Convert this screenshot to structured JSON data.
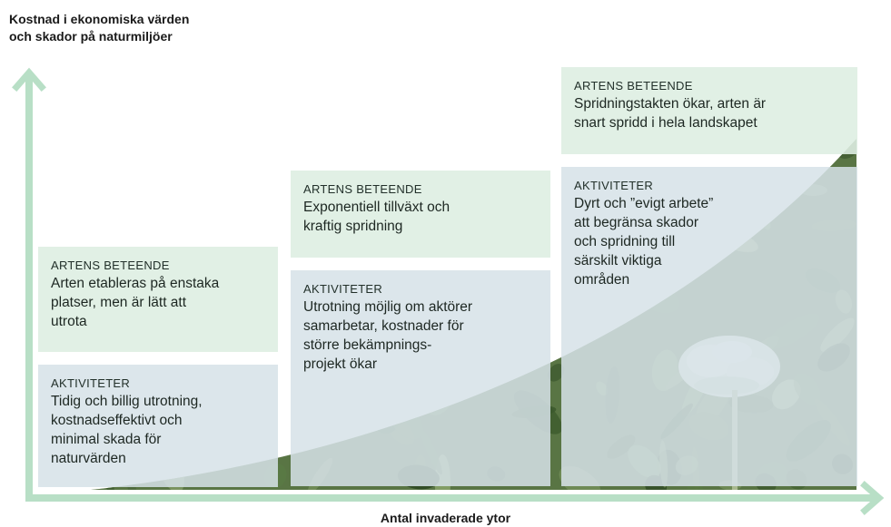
{
  "y_axis_title": [
    "Kostnad i ekonomiska värden",
    "och skador på naturmiljöer"
  ],
  "x_axis_title": "Antal invaderade ytor",
  "colors": {
    "axis": "#b8dfc6",
    "behavior_box": "#deeee2",
    "activity_box": "#d6e2e8",
    "vegetation": "#4f6a3c"
  },
  "stages": [
    {
      "behavior": {
        "heading": "ARTENS BETEENDE",
        "text": [
          "Arten etableras på enstaka",
          "platser, men är lätt att",
          "utrota"
        ]
      },
      "activities": {
        "heading": "AKTIVITETER",
        "text": [
          "Tidig och billig utrotning,",
          "kostnadseffektivt och",
          "minimal skada för",
          "naturvärden"
        ]
      }
    },
    {
      "behavior": {
        "heading": "ARTENS BETEENDE",
        "text": [
          "Exponentiell tillväxt och",
          "kraftig spridning"
        ]
      },
      "activities": {
        "heading": "AKTIVITETER",
        "text": [
          "Utrotning möjlig om aktörer",
          "samarbetar, kostnader för",
          "större bekämpnings-",
          "projekt ökar"
        ]
      }
    },
    {
      "behavior": {
        "heading": "ARTENS BETEENDE",
        "text": [
          "Spridningstakten ökar, arten är",
          "snart spridd i hela landskapet"
        ]
      },
      "activities": {
        "heading": "AKTIVITETER",
        "text": [
          "Dyrt och ”evigt arbete”",
          "att begränsa skador",
          "och spridning till",
          "särskilt viktiga",
          "områden"
        ]
      }
    }
  ]
}
